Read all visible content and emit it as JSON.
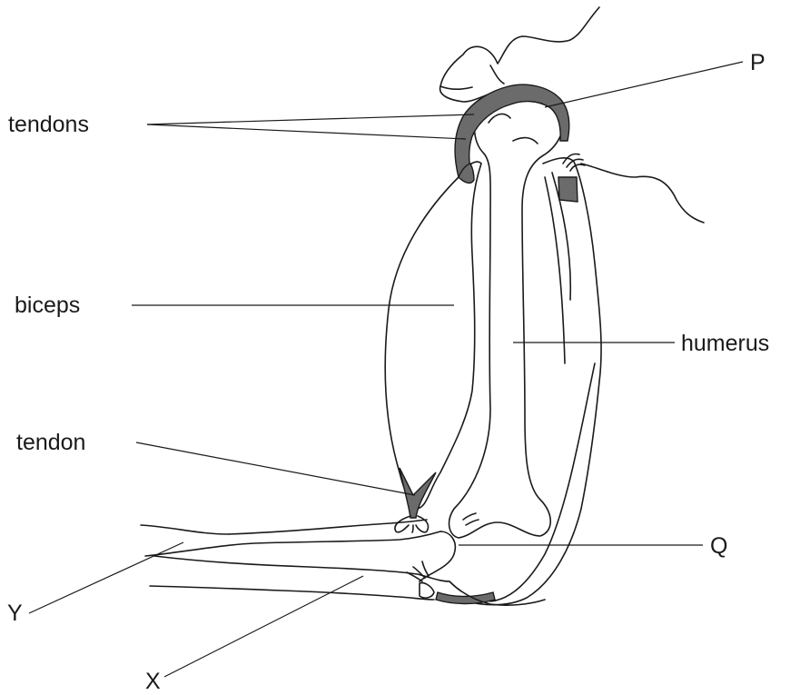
{
  "labels": {
    "tendons": "tendons",
    "p": "P",
    "biceps": "biceps",
    "humerus": "humerus",
    "tendon": "tendon",
    "q": "Q",
    "y": "Y",
    "x": "X"
  },
  "colors": {
    "line": "#1a1a1a",
    "tendon_shading": "#6b6b6b",
    "background": "#ffffff"
  }
}
